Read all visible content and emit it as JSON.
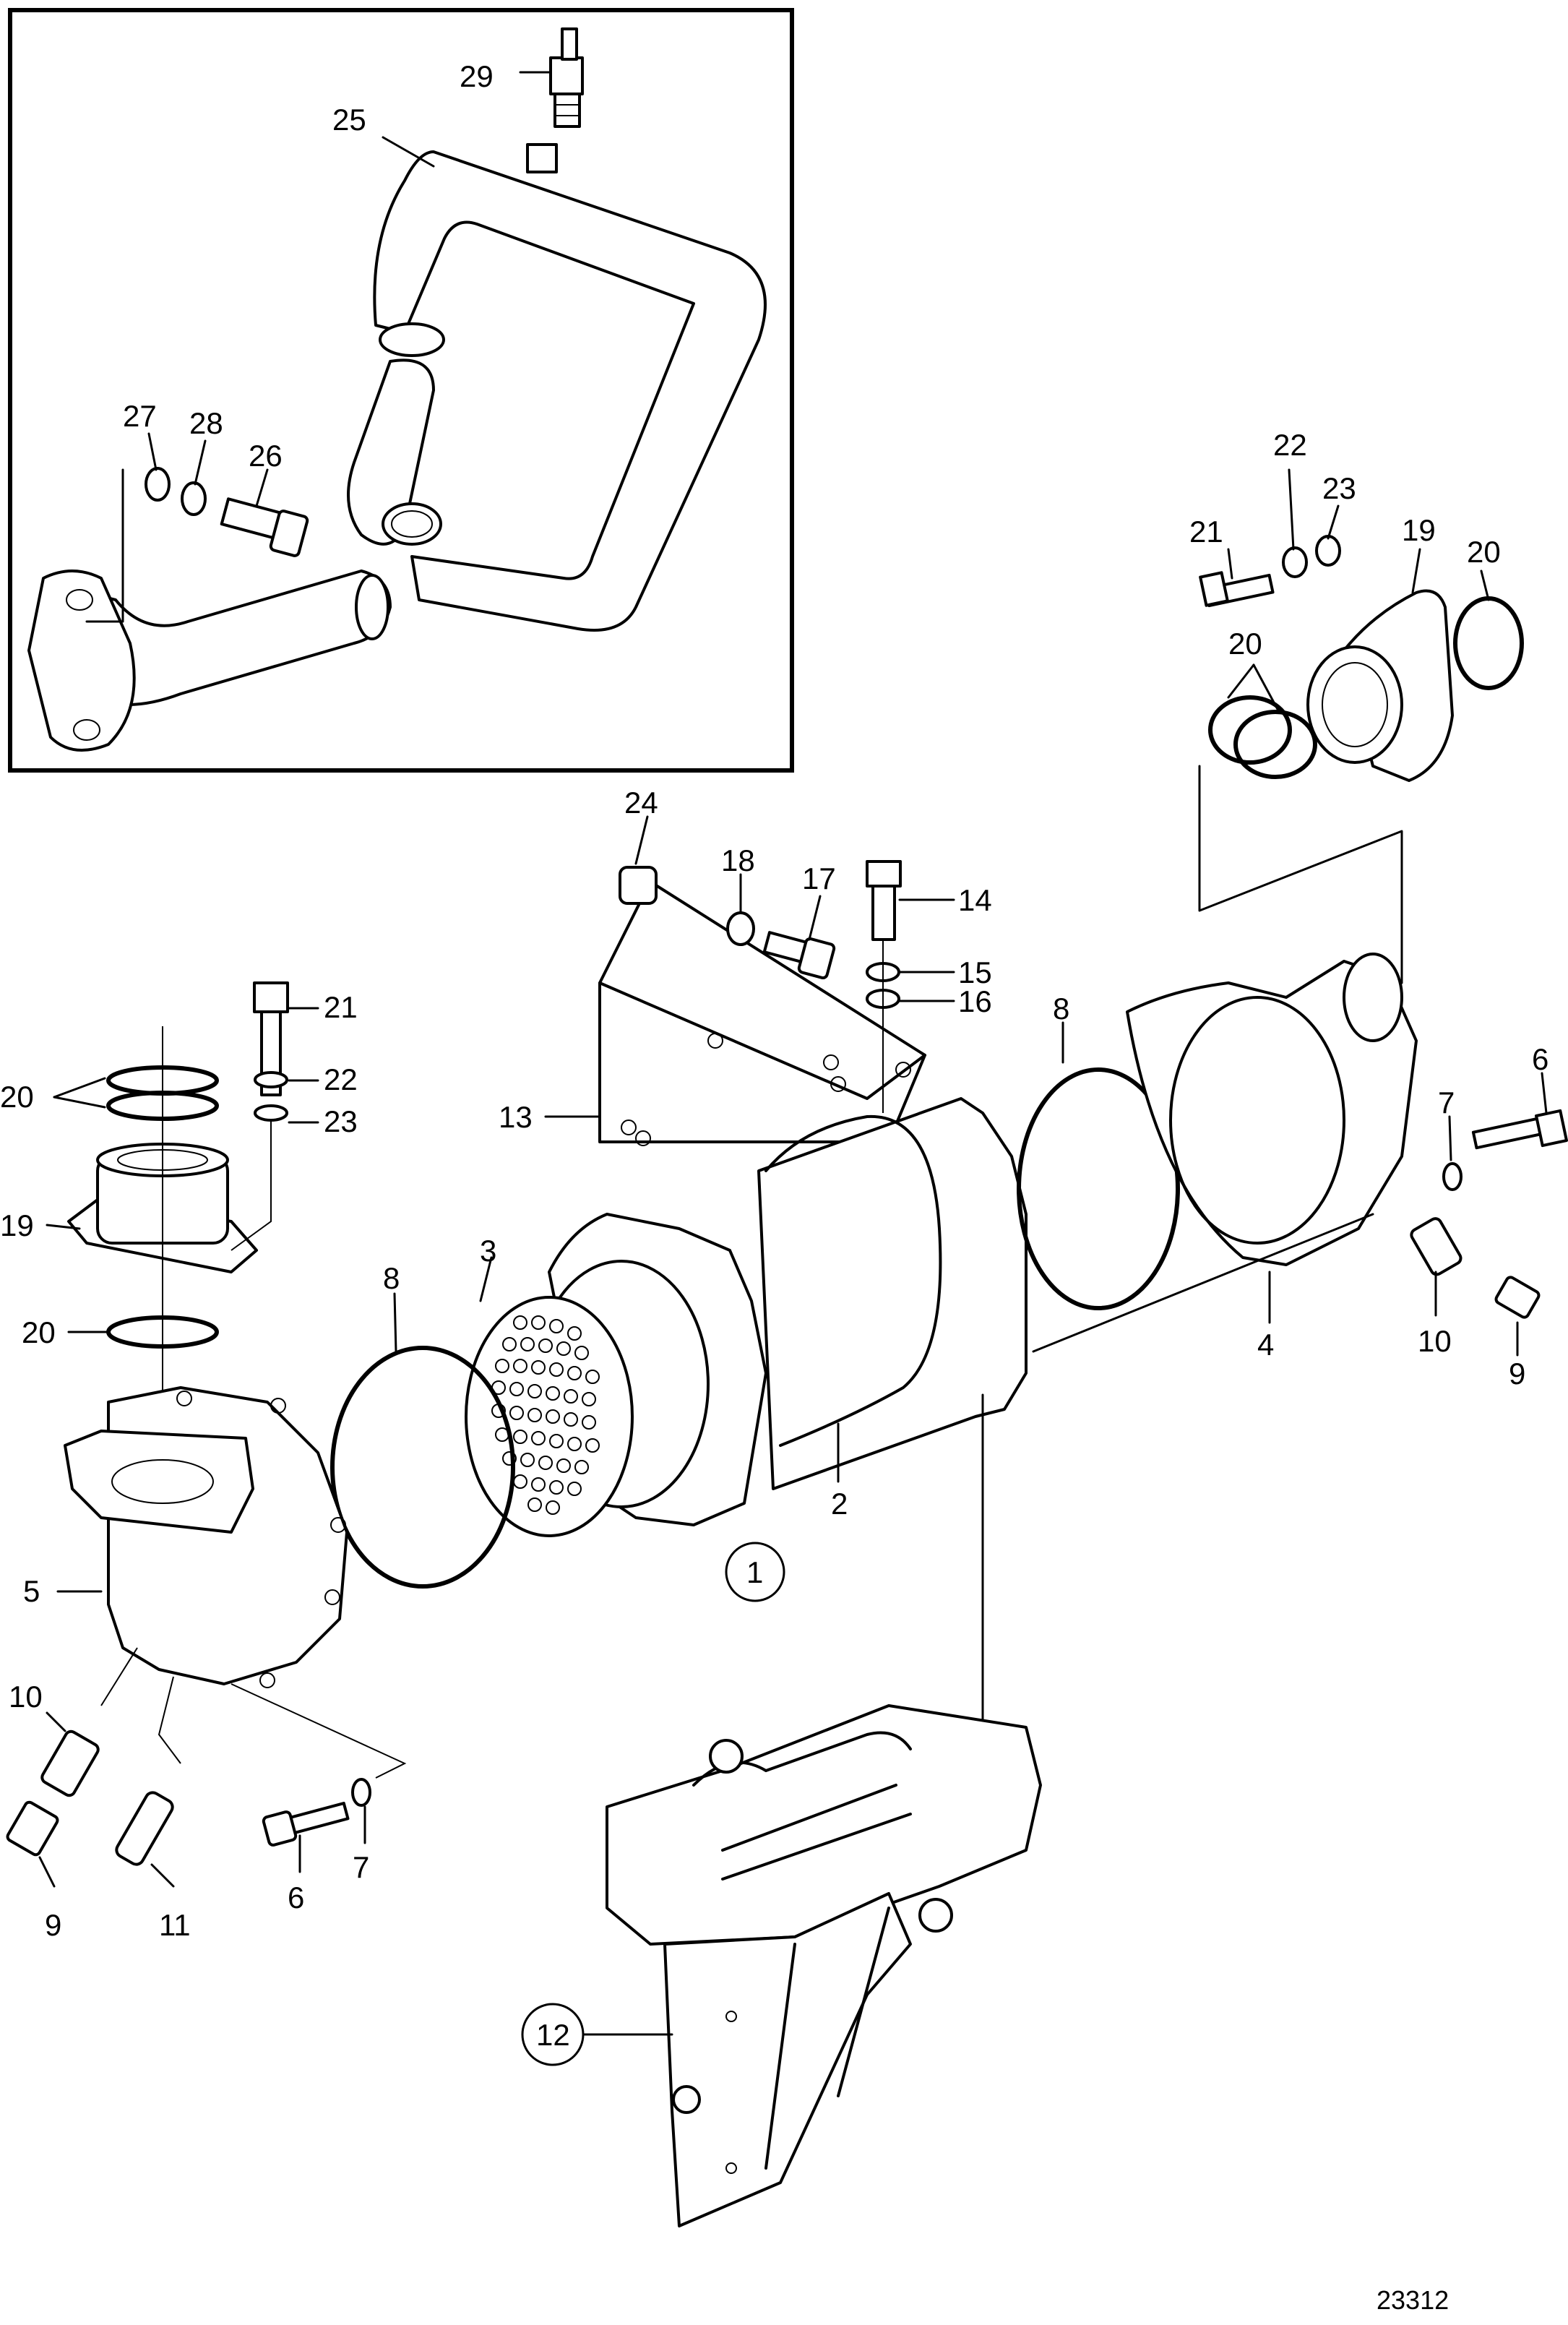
{
  "figure": {
    "document_number": "23312",
    "callouts": {
      "c1": "1",
      "c2": "2",
      "c3": "3",
      "c4": "4",
      "c5": "5",
      "c6a": "6",
      "c6b": "6",
      "c7a": "7",
      "c7b": "7",
      "c8a": "8",
      "c8b": "8",
      "c9a": "9",
      "c9b": "9",
      "c10a": "10",
      "c10b": "10",
      "c11": "11",
      "c12": "12",
      "c13": "13",
      "c14": "14",
      "c15": "15",
      "c16": "16",
      "c17": "17",
      "c18": "18",
      "c19a": "19",
      "c19b": "19",
      "c20a": "20",
      "c20b": "20",
      "c20c": "20",
      "c20d": "20",
      "c21a": "21",
      "c21b": "21",
      "c22a": "22",
      "c22b": "22",
      "c23a": "23",
      "c23b": "23",
      "c24": "24",
      "c25": "25",
      "c26": "26",
      "c27": "27",
      "c28": "28",
      "c29": "29"
    }
  }
}
